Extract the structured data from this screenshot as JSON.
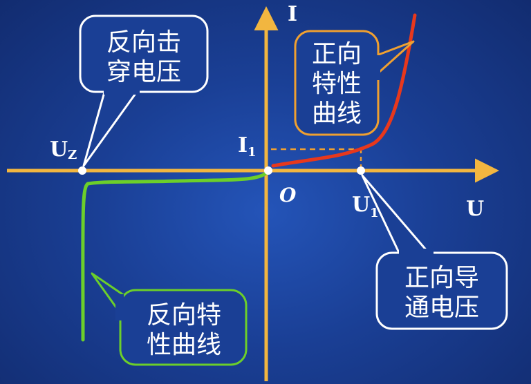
{
  "axes": {
    "y_label": "I",
    "x_label": "U",
    "origin_label": "O"
  },
  "markers": {
    "uz": {
      "main": "U",
      "sub": "Z"
    },
    "u1": {
      "main": "U",
      "sub": "1"
    },
    "i1": {
      "main": "I",
      "sub": "1"
    }
  },
  "callouts": {
    "reverse_breakdown": {
      "lines": [
        "反向击",
        "穿电压"
      ]
    },
    "forward_curve": {
      "lines": [
        "正向",
        "特性",
        "曲线"
      ]
    },
    "reverse_curve": {
      "lines": [
        "反向特",
        "性曲线"
      ]
    },
    "forward_voltage": {
      "lines": [
        "正向导",
        "通电压"
      ]
    }
  },
  "colors": {
    "background": "#1a3f95",
    "axis": "#f2b640",
    "forward_curve": "#e8381c",
    "reverse_curve": "#6ccf2a",
    "dashed_guide": "#f0a030",
    "callout_border": "#ffffff",
    "callout_fill": "#1a3f95"
  }
}
